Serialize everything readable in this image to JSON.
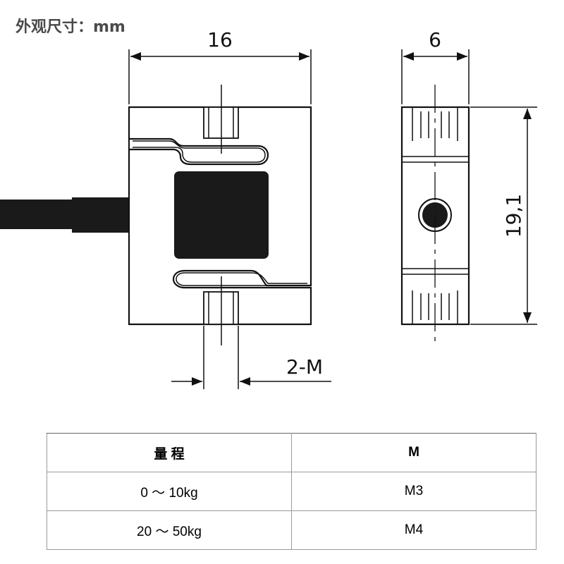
{
  "header": {
    "title": "外观尺寸：mm"
  },
  "dimensions": {
    "front_width": "16",
    "side_width": "6",
    "height": "19,1",
    "thread_label": "2-M"
  },
  "table": {
    "headers": [
      "量 程",
      "M"
    ],
    "rows": [
      [
        "0 ～ 10kg",
        "M3"
      ],
      [
        "20 ～ 50kg",
        "M4"
      ]
    ]
  },
  "colors": {
    "line": "#111111",
    "fill_dark": "#1a1a1a"
  }
}
